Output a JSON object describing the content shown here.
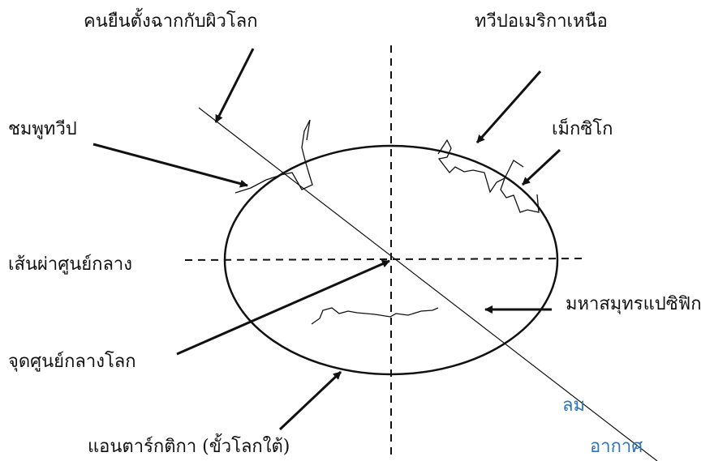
{
  "labels": {
    "person": "คนยืนตั้งฉากกับผิวโลก",
    "north_america": "ทวีปอเมริกาเหนือ",
    "jambudvipa": "ชมพูทวีป",
    "mexico": "เม็กซิโก",
    "equator": "เส้นผ่าศูนย์กลาง",
    "pacific": "มหาสมุทรแปซิฟิก",
    "center": "จุดศูนย์กลางโลก",
    "antarctica": "แอนตาร์กติกา (ขั้วโลกใต้)",
    "wind": "ลม",
    "air": "อากาศ"
  },
  "colors": {
    "ink": "#111111",
    "annotation": "#2e74b5"
  }
}
